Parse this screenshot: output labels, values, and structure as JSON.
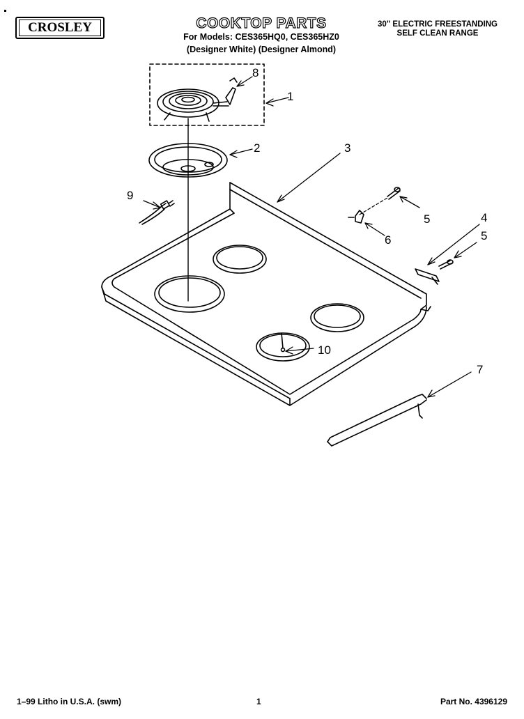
{
  "header": {
    "brand": "CROSLEY",
    "title": "COOKTOP PARTS",
    "models_line": "For Models: CES365HQ0, CES365HZ0",
    "colors_line": "(Designer White) (Designer Almond)",
    "subtitle_line1": "30\" ELECTRIC FREESTANDING",
    "subtitle_line2": "SELF CLEAN RANGE"
  },
  "callouts": {
    "c1": "1",
    "c2": "2",
    "c3": "3",
    "c4": "4",
    "c5a": "5",
    "c5b": "5",
    "c6": "6",
    "c7": "7",
    "c8": "8",
    "c9": "9",
    "c10": "10"
  },
  "footer": {
    "left": "1–99 Litho in U.S.A. (swm)",
    "page": "1",
    "part_no": "Part No. 4396129"
  }
}
